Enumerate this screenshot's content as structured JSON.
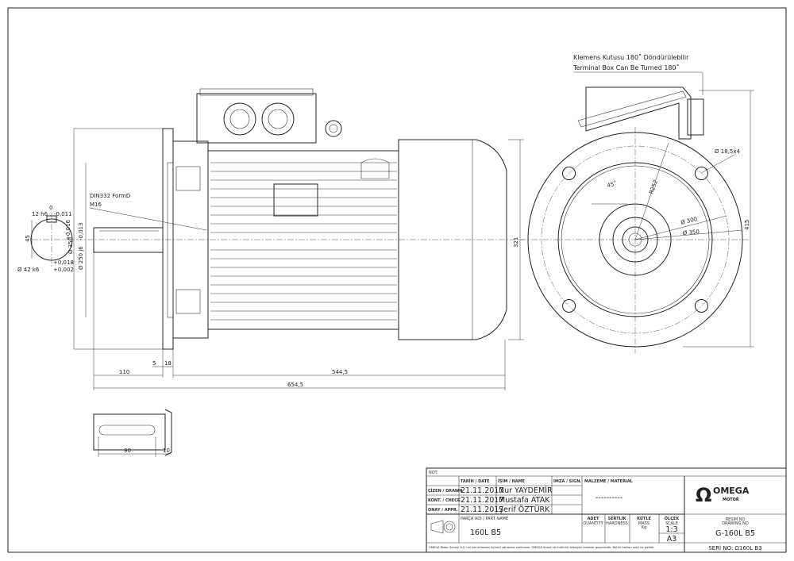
{
  "side_view": {
    "din_label": "DIN332 FormD",
    "thread_label": "M16",
    "dims": {
      "key_width": "12 h6",
      "key_tol_upper": "0",
      "key_tol_lower": "-0,011",
      "key_height": "45",
      "shaft_dia": "Ø 42 k6",
      "shaft_tol_upper": "+0,018",
      "shaft_tol_lower": "+0,002",
      "flange_dia": "Ø 350",
      "spigot_dia": "Ø 250 j6",
      "spigot_tol_upper": "+0,016",
      "spigot_tol_lower": "-0,013",
      "height": "321",
      "shaft_length": "110",
      "body_length": "544,5",
      "total_length": "654,5",
      "flange_5": "5",
      "flange_18": "18"
    }
  },
  "key_view": {
    "length": "90",
    "offset": "10"
  },
  "front_view": {
    "note_tr": "Klemens Kutusu 180˚ Döndürülebilir",
    "note_en": "Terminal Box Can Be Turned 180˚",
    "holes": "Ø 18,5x4",
    "angle": "45˚",
    "radius": "R252",
    "pcd": "Ø 300",
    "outer": "Ø 350",
    "height": "415"
  },
  "title_block": {
    "not_label": "NOT:",
    "headers": {
      "date": "TARİH",
      "date_en": "DATE",
      "name": "İSİM",
      "name_en": "NAME",
      "sign": "İMZA",
      "sign_en": "SIGN.",
      "material": "MALZEME",
      "material_en": "MATERIAL"
    },
    "rows": [
      {
        "role": "ÇİZEN",
        "role_en": "DRAWN",
        "date": "21.11.2017",
        "name": "Nur YAYDEMİR"
      },
      {
        "role": "KONT.",
        "role_en": "CHECK",
        "date": "21.11.2017",
        "name": "Mustafa ATAK"
      },
      {
        "role": "ONAY",
        "role_en": "APPR.",
        "date": "21.11.2017",
        "name": "Şerif ÖZTÜRK"
      }
    ],
    "material_value": "----------",
    "part_name_label": "PARÇA ADI",
    "part_name_en": "PART NAME",
    "part_name": "160L B5",
    "quantity_label": "ADET",
    "quantity_en": "QUANTITY",
    "hardness_label": "SERTLİK",
    "hardness_en": "HARDNESS",
    "mass_label": "KÜTLE",
    "mass_en": "MASS",
    "mass_unit": "Kg",
    "scale_label": "ÖLÇEK",
    "scale_en": "SCALE",
    "scale": "1:3",
    "paper": "A3",
    "drawing_no_label": "RESİM NO",
    "drawing_no_en": "DRAWING NO",
    "drawing_no": "G-160L B5",
    "serial": "SERİ NO: Ω160L B3",
    "logo_text": "OMEGA",
    "logo_sub": "MOTOR",
    "footer": "OMEGA Motor Sanayi A.Ş.'nin izni olmadan üçüncü şahıslara verilemez. OMEGA imzalı ve mühürlü olmayan resimler geçersizdir. Bütün hakları saklı ve gizlidir."
  }
}
